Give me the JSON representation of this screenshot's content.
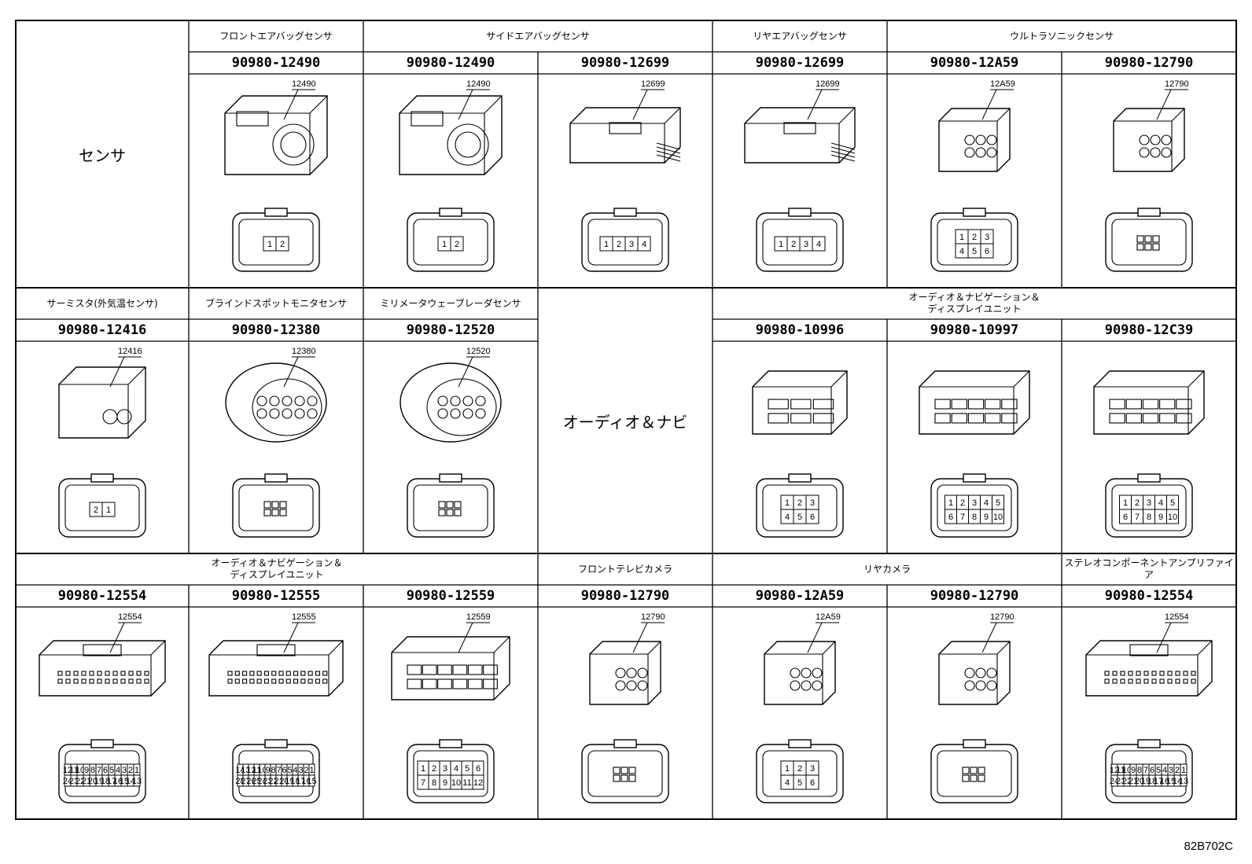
{
  "diagram_id": "82B702C",
  "row_labels": [
    "センサ",
    "オーディオ＆ナビ"
  ],
  "connectors": [
    {
      "col": 1,
      "row": 0,
      "header": "フロントエアバッグセンサ",
      "part": "90980-12490",
      "callout": "12490",
      "kind": "airbag",
      "pins": [
        "1",
        "2"
      ]
    },
    {
      "col": 2,
      "row": 0,
      "header": "サイドエアバッグセンサ",
      "part": "90980-12490",
      "callout": "12490",
      "kind": "airbag",
      "pins": [
        "1",
        "2"
      ]
    },
    {
      "col": 3,
      "row": 0,
      "header": "",
      "part": "90980-12699",
      "callout": "12699",
      "kind": "flat4",
      "pins": [
        "1",
        "2",
        "3",
        "4"
      ]
    },
    {
      "col": 4,
      "row": 0,
      "header": "リヤエアバッグセンサ",
      "part": "90980-12699",
      "callout": "12699",
      "kind": "flat4",
      "pins": [
        "1",
        "2",
        "3",
        "4"
      ]
    },
    {
      "col": 5,
      "row": 0,
      "header": "ウルトラソニックセンサ",
      "part": "90980-12A59",
      "callout": "12A59",
      "kind": "hex6",
      "pins": [
        "1",
        "2",
        "3",
        "4",
        "5",
        "6"
      ]
    },
    {
      "col": 6,
      "row": 0,
      "header": "",
      "part": "90980-12790",
      "callout": "12790",
      "kind": "hex6small",
      "pins": []
    },
    {
      "col": 0,
      "row": 1,
      "header": "サーミスタ(外気温センサ)",
      "part": "90980-12416",
      "callout": "12416",
      "kind": "thermo",
      "pins": [
        "2",
        "1"
      ]
    },
    {
      "col": 1,
      "row": 1,
      "header": "ブラインドスポットモニタセンサ",
      "part": "90980-12380",
      "callout": "12380",
      "kind": "round10",
      "pins": []
    },
    {
      "col": 2,
      "row": 1,
      "header": "ミリメータウェーブレーダセンサ",
      "part": "90980-12520",
      "callout": "12520",
      "kind": "round8",
      "pins": []
    },
    {
      "col": 4,
      "row": 1,
      "header": "オーディオ＆ナビゲーション＆\nディスプレイユニット",
      "part": "90980-10996",
      "callout": "",
      "kind": "box6",
      "pins": [
        "1",
        "2",
        "3",
        "4",
        "5",
        "6"
      ]
    },
    {
      "col": 5,
      "row": 1,
      "header": "",
      "part": "90980-10997",
      "callout": "",
      "kind": "box10",
      "pins": [
        "1",
        "2",
        "3",
        "4",
        "5",
        "6",
        "7",
        "8",
        "9",
        "10"
      ]
    },
    {
      "col": 6,
      "row": 1,
      "header": "",
      "part": "90980-12C39",
      "callout": "",
      "kind": "box10b",
      "pins": [
        "1",
        "2",
        "3",
        "4",
        "5",
        "6",
        "7",
        "8",
        "9",
        "10"
      ]
    },
    {
      "col": 0,
      "row": 2,
      "header": "オーディオ＆ナビゲーション＆\nディスプレイユニット",
      "part": "90980-12554",
      "callout": "12554",
      "kind": "multi24",
      "pins": [
        "12",
        "11",
        "10",
        "9",
        "8",
        "7",
        "6",
        "5",
        "4",
        "3",
        "2",
        "1",
        "24",
        "23",
        "22",
        "21",
        "20",
        "19",
        "18",
        "17",
        "16",
        "15",
        "14",
        "13"
      ]
    },
    {
      "col": 1,
      "row": 2,
      "header": "",
      "part": "90980-12555",
      "callout": "12555",
      "kind": "multi28",
      "pins": [
        "14",
        "13",
        "12",
        "11",
        "10",
        "9",
        "8",
        "7",
        "6",
        "5",
        "4",
        "3",
        "2",
        "1",
        "28",
        "27",
        "26",
        "25",
        "24",
        "23",
        "22",
        "21",
        "20",
        "19",
        "18",
        "17",
        "16",
        "15"
      ]
    },
    {
      "col": 2,
      "row": 2,
      "header": "",
      "part": "90980-12559",
      "callout": "12559",
      "kind": "box12",
      "pins": [
        "1",
        "2",
        "3",
        "4",
        "5",
        "6",
        "7",
        "8",
        "9",
        "10",
        "11",
        "12"
      ]
    },
    {
      "col": 3,
      "row": 2,
      "header": "フロントテレビカメラ",
      "part": "90980-12790",
      "callout": "12790",
      "kind": "hex6small",
      "pins": []
    },
    {
      "col": 4,
      "row": 2,
      "header": "リヤカメラ",
      "part": "90980-12A59",
      "callout": "12A59",
      "kind": "hex6",
      "pins": [
        "1",
        "2",
        "3",
        "4",
        "5",
        "6"
      ]
    },
    {
      "col": 5,
      "row": 2,
      "header": "",
      "part": "90980-12790",
      "callout": "12790",
      "kind": "hex6small",
      "pins": []
    },
    {
      "col": 6,
      "row": 2,
      "header": "ステレオコンポーネントアンプリファイア",
      "part": "90980-12554",
      "callout": "12554",
      "kind": "multi24",
      "pins": [
        "12",
        "11",
        "10",
        "9",
        "8",
        "7",
        "6",
        "5",
        "4",
        "3",
        "2",
        "1",
        "24",
        "23",
        "22",
        "21",
        "20",
        "19",
        "18",
        "17",
        "16",
        "15",
        "14",
        "13"
      ]
    }
  ]
}
